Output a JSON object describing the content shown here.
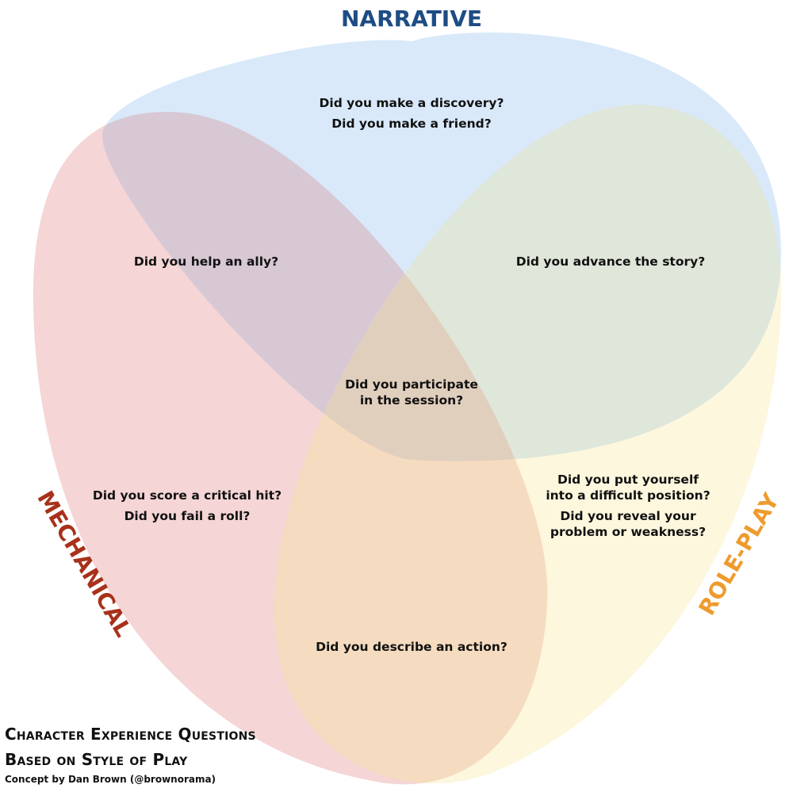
{
  "categories": {
    "narrative": {
      "label": "NARRATIVE",
      "color": "#1e4c84"
    },
    "mechanical": {
      "label": "MECHANICAL",
      "color": "#a8311a"
    },
    "role_play": {
      "label": "ROLE-PLAY",
      "color": "#ee9b2e"
    }
  },
  "fills": {
    "narrative": "#d9e9fa",
    "mechanical": "#f5d5d5",
    "role_play": "#fcf7dd",
    "narrative_mechanical": "#d8c8d4",
    "narrative_role_play": "#dfe6da",
    "mechanical_role_play": "#f5dbbf",
    "all": "#e1cfbe"
  },
  "questions": {
    "narrative_only": [
      "Did you make a discovery?",
      "Did you make a friend?"
    ],
    "narrative_mechanical": [
      "Did you help an ally?"
    ],
    "narrative_role_play": [
      "Did you advance the story?"
    ],
    "all_three": [
      "Did you participate",
      "in the session?"
    ],
    "mechanical_only": [
      "Did you score a critical hit?",
      "Did you fail a roll?"
    ],
    "role_play_only": [
      "Did you put yourself",
      "into a difficult position?",
      "Did you reveal your",
      "problem or weakness?"
    ],
    "mechanical_role_play": [
      "Did you describe an action?"
    ]
  },
  "caption": {
    "title_line1": "Character Experience Questions",
    "title_line2": "Based on Style of Play",
    "credit": "Concept by Dan Brown (@brownorama)"
  }
}
